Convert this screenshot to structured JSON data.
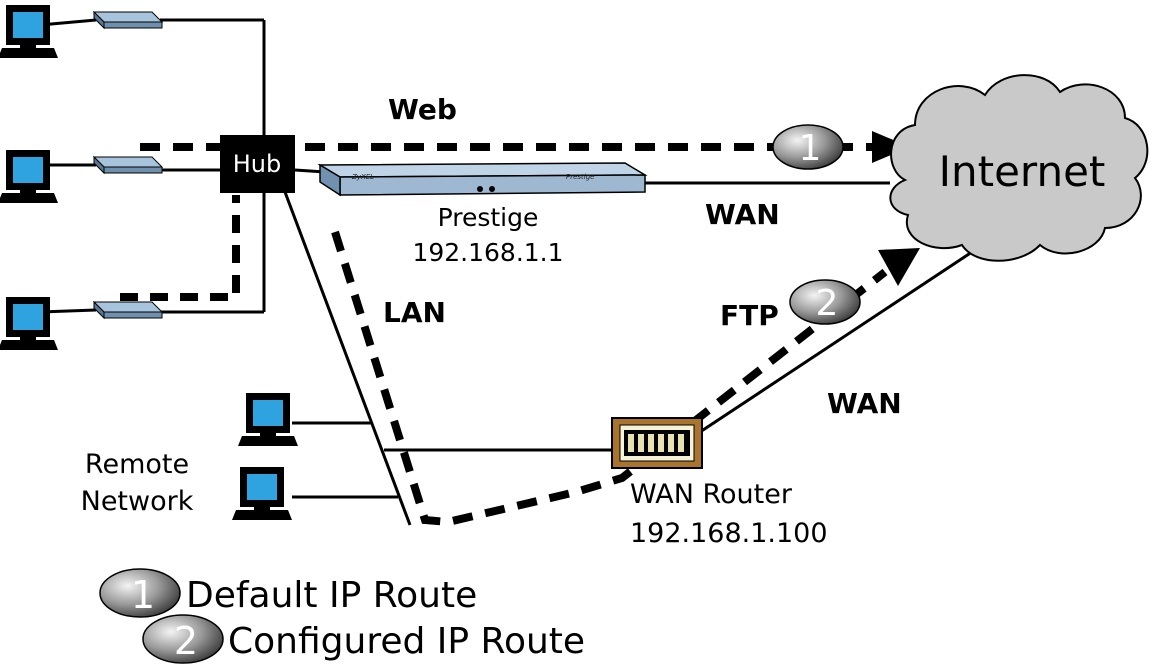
{
  "labels": {
    "hub": "Hub",
    "internet": "Internet",
    "web": "Web",
    "ftp": "FTP",
    "lan": "LAN",
    "wan_top": "WAN",
    "wan_bottom": "WAN",
    "prestige_name": "Prestige",
    "prestige_ip": "192.168.1.1",
    "prestige_front_left": "ZyXEL",
    "prestige_front_right": "Prestige",
    "router_name": "WAN Router",
    "router_ip": "192.168.1.100",
    "remote_line1": "Remote",
    "remote_line2": "Network"
  },
  "badges": {
    "route1": "1",
    "route2": "2"
  },
  "legend": {
    "items": [
      {
        "number": "1",
        "text": "Default IP Route"
      },
      {
        "number": "2",
        "text": "Configured IP Route"
      }
    ]
  },
  "colors": {
    "cloud": "#c9c9c9",
    "screen": "#2ea3e0",
    "device": "#9fb8d2",
    "line": "#000000"
  }
}
